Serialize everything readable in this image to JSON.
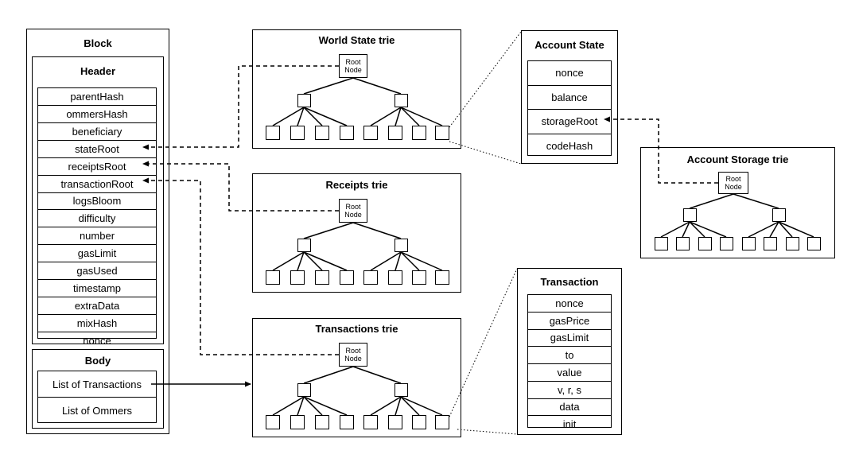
{
  "block": {
    "title": "Block",
    "header": {
      "title": "Header",
      "fields": [
        "parentHash",
        "ommersHash",
        "beneficiary",
        "stateRoot",
        "receiptsRoot",
        "transactionRoot",
        "logsBloom",
        "difficulty",
        "number",
        "gasLimit",
        "gasUsed",
        "timestamp",
        "extraData",
        "mixHash",
        "nonce"
      ]
    },
    "body": {
      "title": "Body",
      "fields": [
        "List of Transactions",
        "List of Ommers"
      ]
    }
  },
  "tries": {
    "world_state": {
      "title": "World State trie",
      "root_line1": "Root",
      "root_line2": "Node"
    },
    "receipts": {
      "title": "Receipts trie",
      "root_line1": "Root",
      "root_line2": "Node"
    },
    "transactions": {
      "title": "Transactions trie",
      "root_line1": "Root",
      "root_line2": "Node"
    },
    "account_storage": {
      "title": "Account Storage trie",
      "root_line1": "Root",
      "root_line2": "Node"
    }
  },
  "account_state": {
    "title": "Account State",
    "fields": [
      "nonce",
      "balance",
      "storageRoot",
      "codeHash"
    ]
  },
  "transaction": {
    "title": "Transaction",
    "fields": [
      "nonce",
      "gasPrice",
      "gasLimit",
      "to",
      "value",
      "v, r, s",
      "data",
      "init"
    ]
  }
}
